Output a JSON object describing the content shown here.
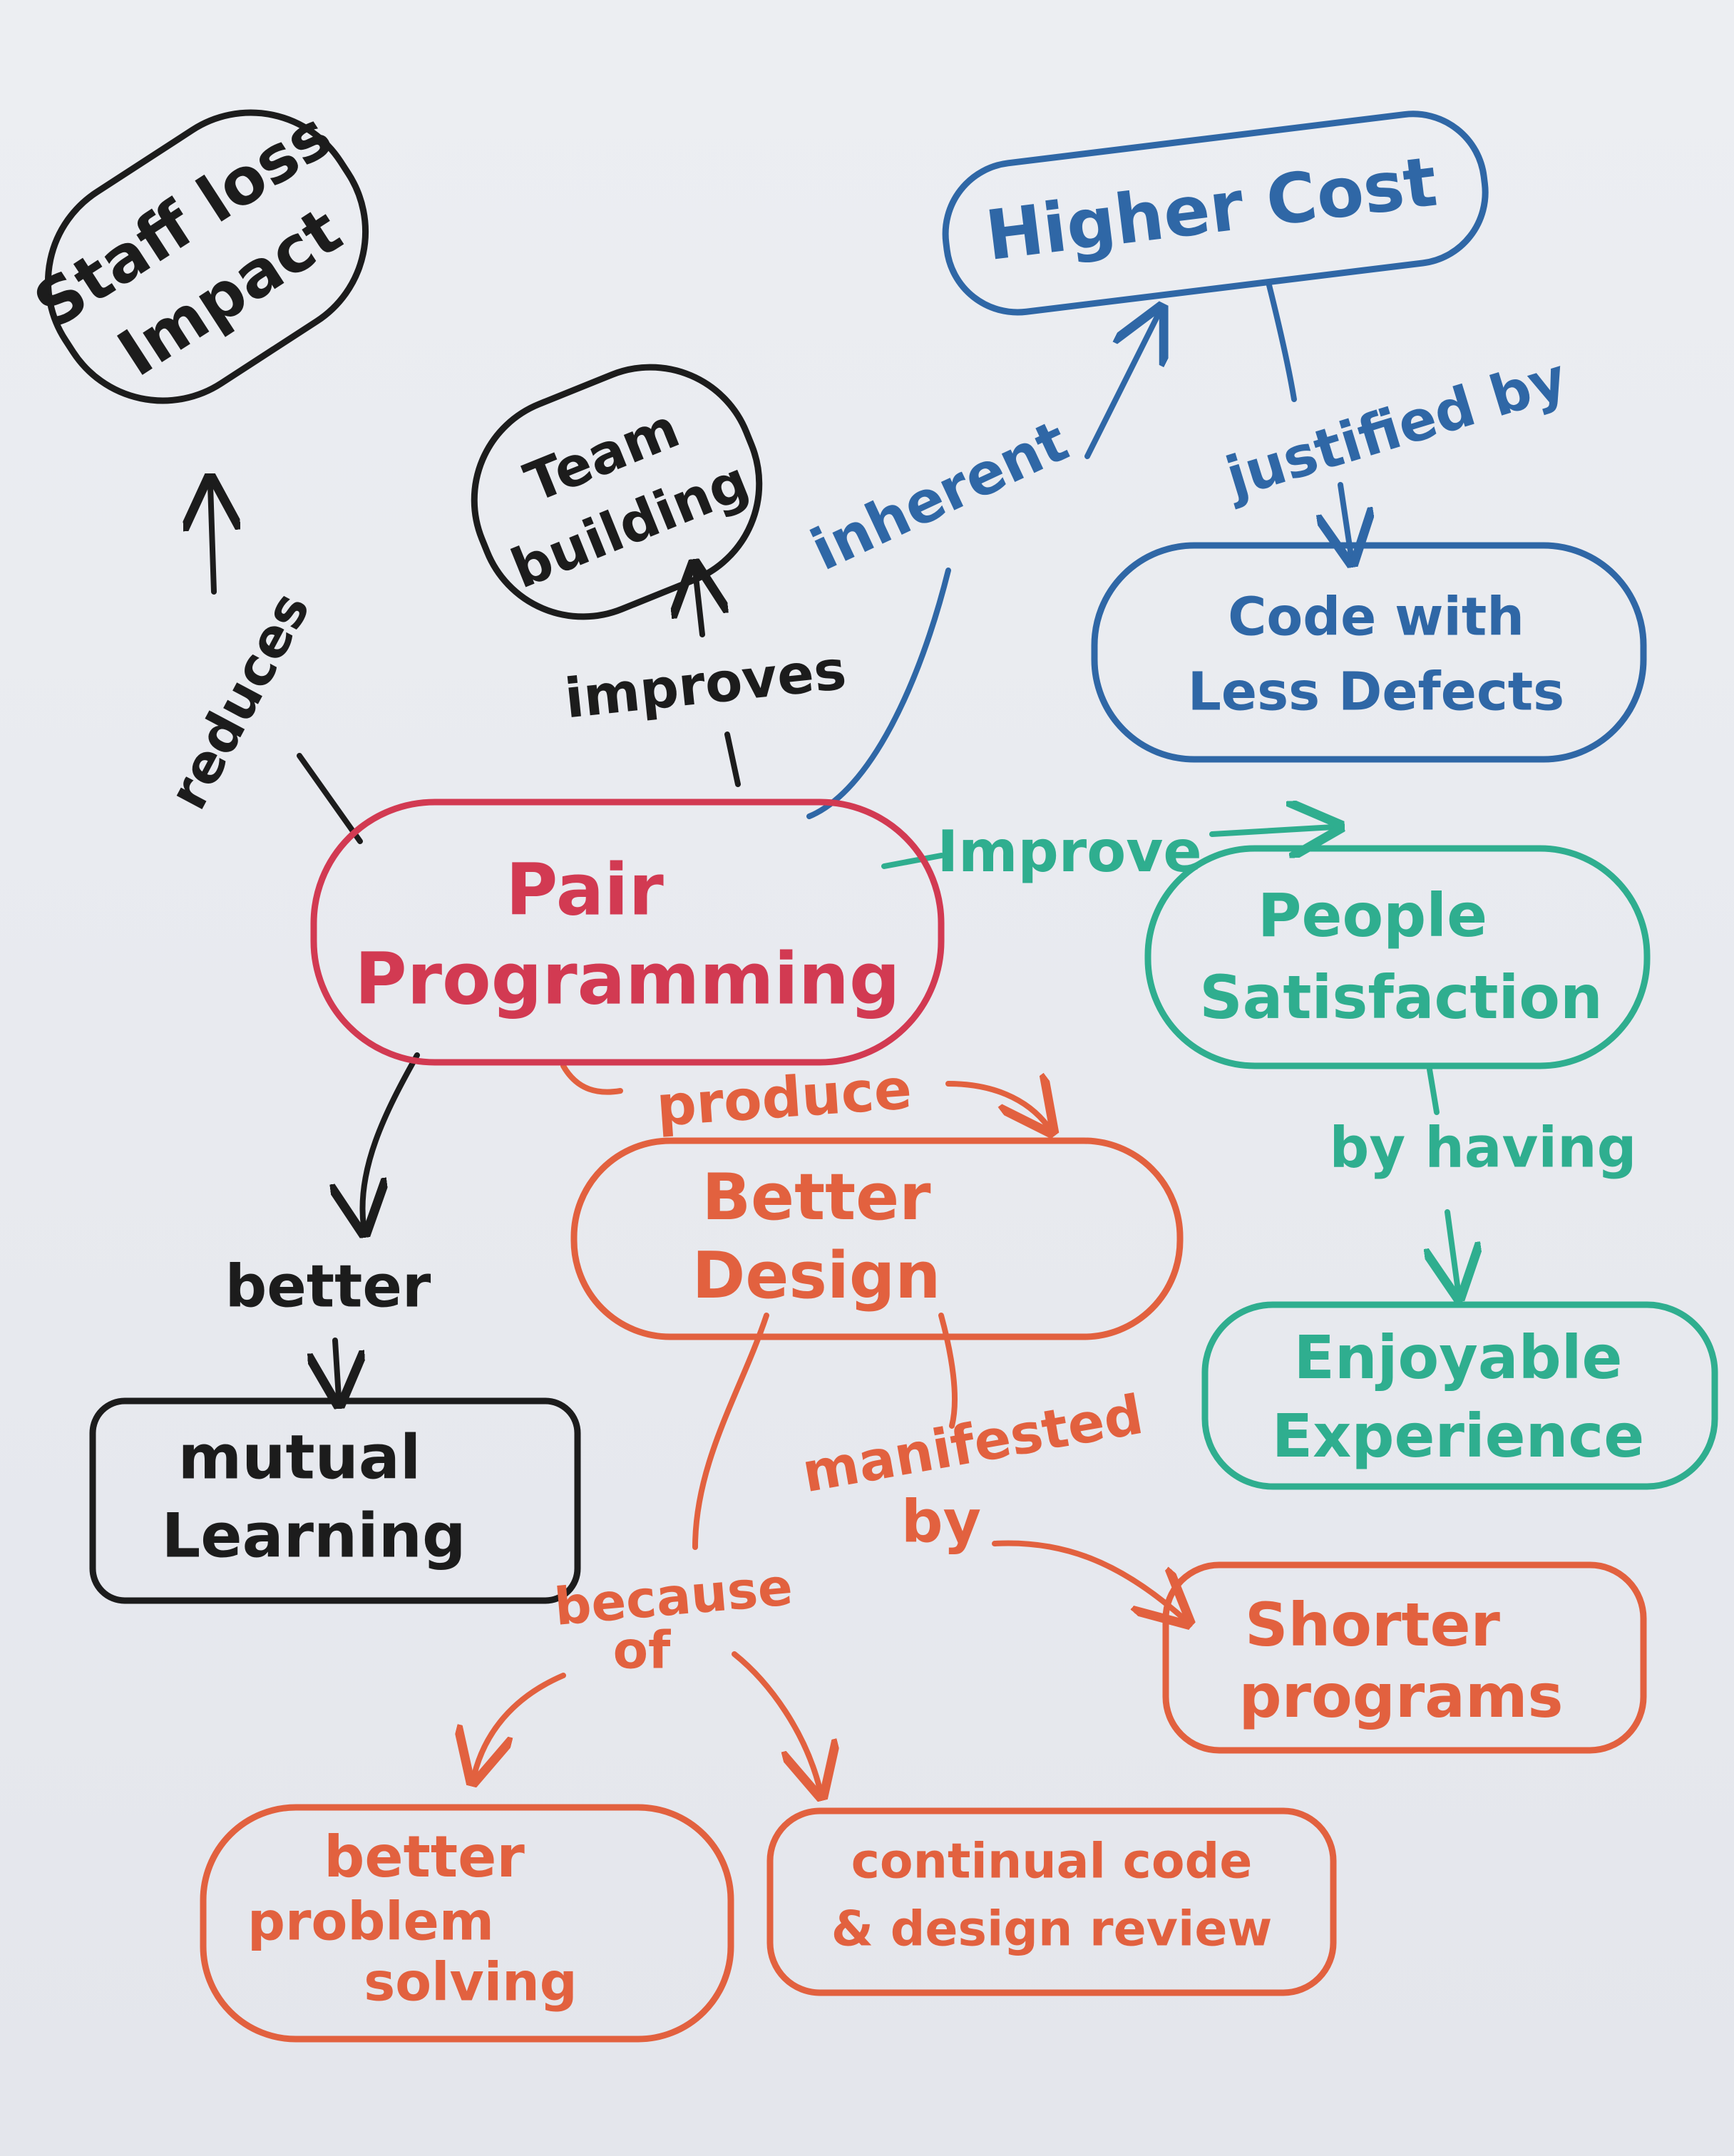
{
  "colors": {
    "black": "#1c1c1c",
    "blue": "#2f67a6",
    "pink": "#d23a52",
    "orange": "#e2613f",
    "teal": "#2fae8f"
  },
  "nodes": {
    "staff_loss": [
      "Staff loss",
      "Impact"
    ],
    "team_building": [
      "Team",
      "building"
    ],
    "higher_cost": [
      "Higher Cost"
    ],
    "less_defects": [
      "Code with",
      "Less Defects"
    ],
    "pair_programming": [
      "Pair",
      "Programming"
    ],
    "people_satisfaction": [
      "People",
      "Satisfaction"
    ],
    "better_design": [
      "Better",
      "Design"
    ],
    "enjoyable_experience": [
      "Enjoyable",
      "Experience"
    ],
    "mutual_learning": [
      "mutual",
      "Learning"
    ],
    "shorter_programs": [
      "Shorter",
      "programs"
    ],
    "problem_solving": [
      "better",
      "problem",
      "solving"
    ],
    "code_review": [
      "continual code",
      "& design review"
    ]
  },
  "labels": {
    "reduces": "reduces",
    "improves": "improves",
    "inherent": "inherent",
    "justified_by": "justified by",
    "improve": "Improve",
    "produce": "produce",
    "by_having": "by having",
    "better": "better",
    "manifested": "manifested",
    "by": "by",
    "because": "because",
    "of": "of"
  }
}
